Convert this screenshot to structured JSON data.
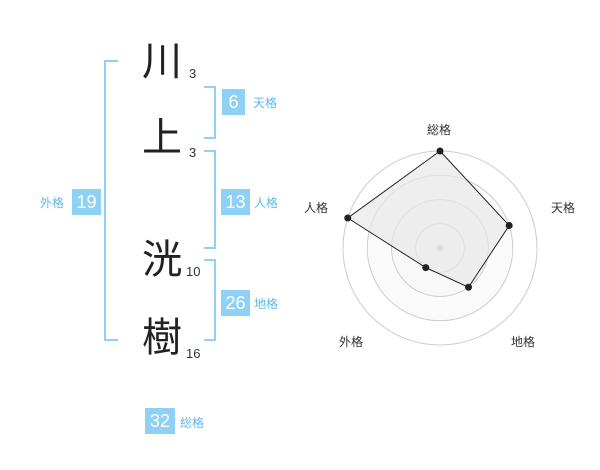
{
  "name": {
    "chars": [
      {
        "char": "川",
        "strokes": "3"
      },
      {
        "char": "上",
        "strokes": "3"
      },
      {
        "char": "洸",
        "strokes": "10"
      },
      {
        "char": "樹",
        "strokes": "16"
      }
    ]
  },
  "fortunes": {
    "tenkaku": {
      "value": "6",
      "label": "天格"
    },
    "jinkaku": {
      "value": "13",
      "label": "人格"
    },
    "chikaku": {
      "value": "26",
      "label": "地格"
    },
    "gaikaku": {
      "value": "19",
      "label": "外格"
    },
    "soukaku": {
      "value": "32",
      "label": "総格"
    }
  },
  "chart_data": {
    "type": "radar",
    "axes": [
      "総格",
      "天格",
      "地格",
      "外格",
      "人格"
    ],
    "values": [
      4,
      3,
      2,
      1,
      4
    ],
    "rlim": [
      0,
      4
    ],
    "rings": 4
  },
  "colors": {
    "accent": "#8fd0f5",
    "label": "#60b8e8",
    "ring": "#cccccc",
    "fill": "#f0f0f0"
  }
}
